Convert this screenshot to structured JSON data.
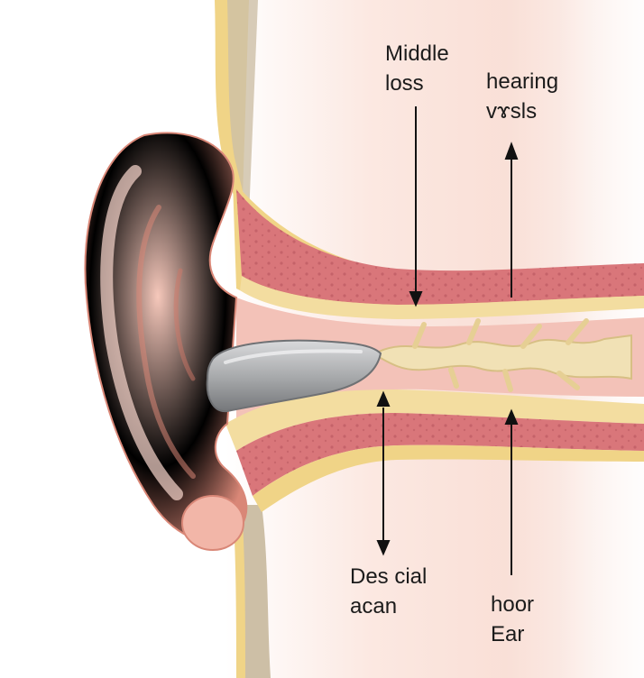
{
  "labels": {
    "middle_loss": [
      "Middle",
      "loss"
    ],
    "hearing_vsls": [
      "hearing",
      "vɤsls"
    ],
    "des_cial": [
      "Des cial",
      "acan"
    ],
    "hoor_ear": [
      "hoor",
      "Ear"
    ]
  },
  "colors": {
    "skin": "#f2b6a8",
    "skin_shadow": "#d98777",
    "canal_wall": "#d9767a",
    "bone_yellow": "#f0d487",
    "earwax_gray": "#a9abad",
    "nerve_cream": "#f1e1b5",
    "arrow": "#111111"
  },
  "icons": [
    "ear-illustration",
    "earplug-icon",
    "arrow-down",
    "arrow-up"
  ]
}
